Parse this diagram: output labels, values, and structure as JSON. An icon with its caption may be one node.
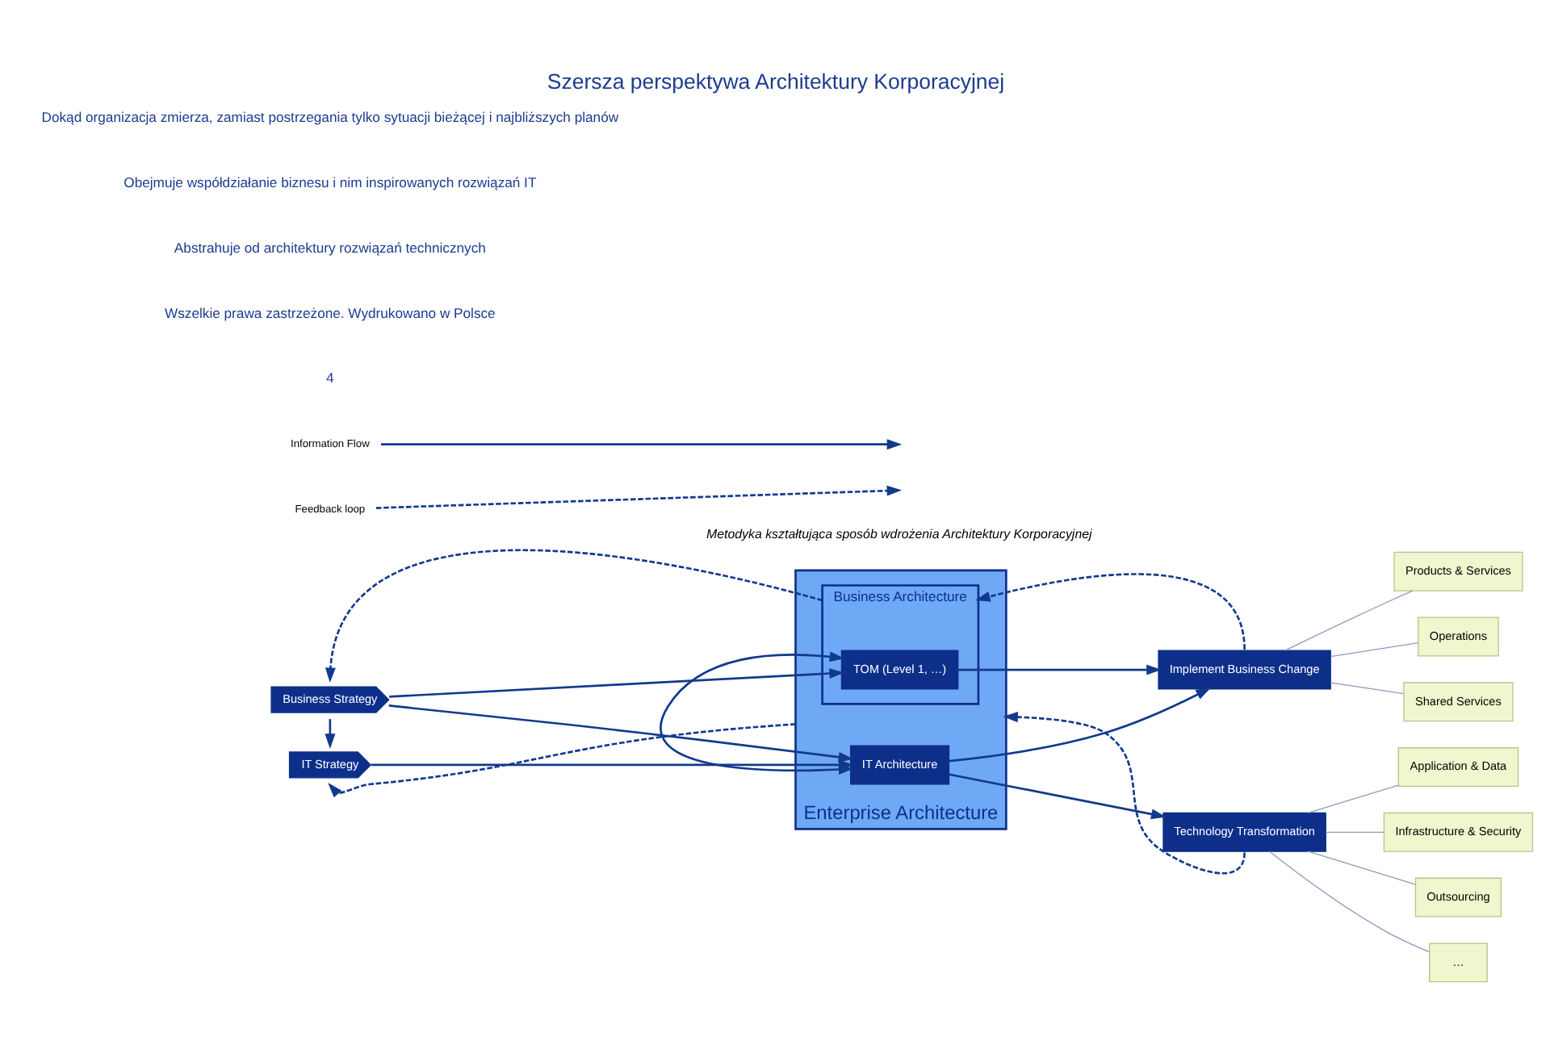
{
  "diagram": {
    "title": "Szersza perspektywa Architektury Korporacyjnej",
    "caption": "Metodyka kształtująca sposób wdrożenia Architektury Korporacyjnej",
    "nodes": [
      {
        "text": [
          "Enterprise Architecture"
        ]
      },
      {
        "text": [
          "Business Architecture"
        ],
        "in": 0
      },
      {
        "text": [
          "TOM (Level 1, …)"
        ],
        "in": 1
      },
      {
        "text": [
          "IT Architecture"
        ],
        "in": 0
      },
      {
        "text": [
          "Business Strategy"
        ]
      },
      {
        "text": [
          "IT Strategy"
        ]
      },
      {
        "text": [
          "Implement Business Change"
        ]
      },
      {
        "text": [
          "Technology Transformation"
        ]
      },
      {
        "text": [
          "Products & Services"
        ]
      },
      {
        "text": [
          "Operations"
        ]
      },
      {
        "text": [
          "Shared Services"
        ]
      },
      {
        "text": [
          "Application & Data"
        ]
      },
      {
        "text": [
          "Infrastructure & Security"
        ]
      },
      {
        "text": [
          "Outsourcing"
        ]
      },
      {
        "text": [
          "…"
        ]
      }
    ],
    "edges": [
      {
        "from": 4,
        "to": 2,
        "arrow": "to"
      },
      {
        "from": 4,
        "to": 3,
        "arrow": "to"
      },
      {
        "from": 4,
        "to": 5,
        "arrow": "to"
      },
      {
        "from": 5,
        "to": 3,
        "arrow": "to"
      },
      {
        "from": 2,
        "to": 3,
        "arrow": "both"
      },
      {
        "from": 2,
        "to": 6,
        "arrow": "to"
      },
      {
        "from": 3,
        "to": 6,
        "arrow": "to"
      },
      {
        "from": 3,
        "to": 7,
        "arrow": "to"
      },
      {
        "from": 6,
        "to": 1,
        "arrow": "to",
        "style": "dashed"
      },
      {
        "from": 1,
        "to": 4,
        "arrow": "to",
        "style": "dashed"
      },
      {
        "from": 7,
        "to": 0,
        "arrow": "to",
        "style": "dashed"
      },
      {
        "from": 0,
        "to": 5,
        "arrow": "to",
        "style": "dashed"
      },
      {
        "from": 6,
        "to": 8,
        "arrow": "none",
        "color": "#8a9bbf"
      },
      {
        "from": 6,
        "to": 9,
        "arrow": "none",
        "color": "#8a9bbf"
      },
      {
        "from": 6,
        "to": 10,
        "arrow": "none",
        "color": "#8a9bbf"
      },
      {
        "from": 7,
        "to": 11,
        "arrow": "none",
        "color": "#8a9bbf"
      },
      {
        "from": 7,
        "to": 12,
        "arrow": "none",
        "color": "#8a9bbf"
      },
      {
        "from": 7,
        "to": 13,
        "arrow": "none",
        "color": "#8a9bbf"
      },
      {
        "from": 7,
        "to": 14,
        "arrow": "none",
        "color": "#8a9bbf"
      }
    ],
    "labels": [
      "Dokąd organizacja zmierza, zamiast postrzegania tylko sytuacji bieżącej i najbliższych planów",
      "Obejmuje współdziałanie biznesu i nim inspirowanych rozwiązań IT",
      "Abstrahuje od architektury rozwiązań technicznych",
      "Wszelkie prawa zastrzeżone. Wydrukowano w Polsce",
      "4"
    ],
    "legend": [
      {
        "text": "Information Flow"
      },
      {
        "text": "Feedback loop"
      }
    ]
  }
}
